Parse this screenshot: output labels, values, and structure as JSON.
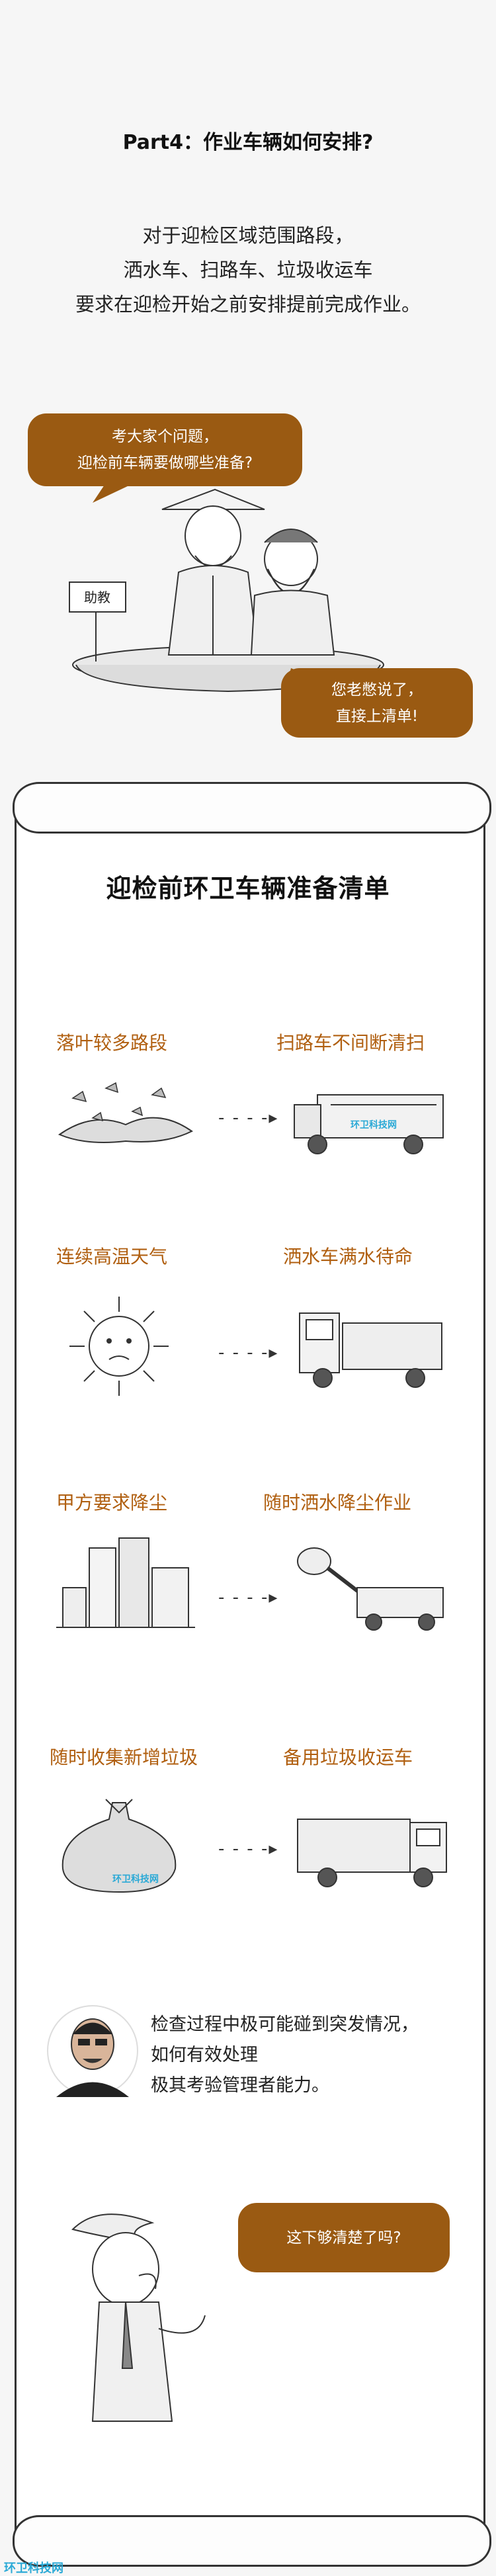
{
  "header": {
    "part_title": "Part4：作业车辆如何安排?",
    "intro_lines": [
      "对于迎检区域范围路段，",
      "洒水车、扫路车、垃圾收运车",
      "要求在迎检开始之前安排提前完成作业。"
    ]
  },
  "dialog": {
    "question_lines": [
      "考大家个问题，",
      "迎检前车辆要做哪些准备?"
    ],
    "signboard": "助教",
    "answer_lines": [
      "您老憋说了，",
      "直接上清单!"
    ]
  },
  "checklist": {
    "title": "迎检前环卫车辆准备清单",
    "items": [
      {
        "condition": "落叶较多路段",
        "action": "扫路车不间断清扫"
      },
      {
        "condition": "连续高温天气",
        "action": "洒水车满水待命"
      },
      {
        "condition": "甲方要求降尘",
        "action": "随时洒水降尘作业"
      },
      {
        "condition": "随时收集新增垃圾",
        "action": "备用垃圾收运车"
      }
    ],
    "arrow": "- - - -▸"
  },
  "note": {
    "lines": [
      "检查过程中极可能碰到突发情况，",
      "如何有效处理",
      "极其考验管理者能力。"
    ]
  },
  "final_question": "这下够清楚了吗?",
  "watermark": "环卫科技网",
  "colors": {
    "accent": "#9a5a12",
    "label": "#b05f10",
    "watermark": "#2aa9d6"
  }
}
